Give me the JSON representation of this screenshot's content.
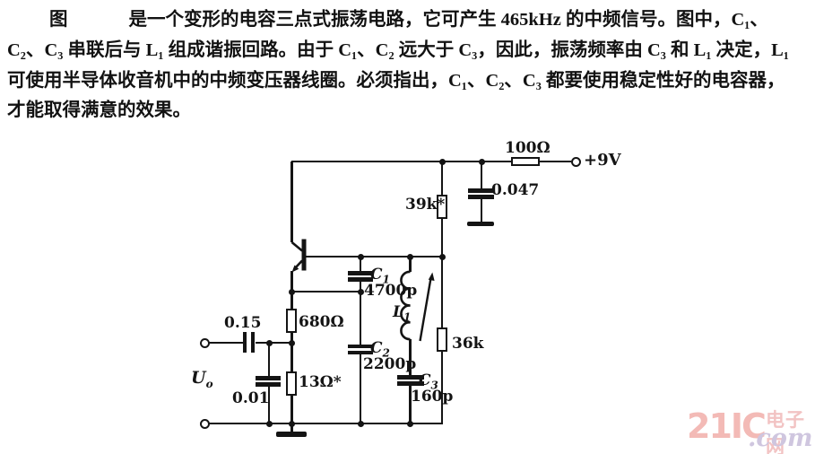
{
  "text": {
    "p1_lead": "图",
    "p1_rest": "是一个变形的电容三点式振荡电路，它可产生 465kHz 的中频信号。图中，C₁、",
    "p2": "C₂、C₃ 串联后与 L₁ 组成谐振回路。由于 C₁、C₂ 远大于 C₃，因此，振荡频率由 C₃ 和 L₁ 决定，L₁",
    "p3": "可使用半导体收音机中的中频变压器线圈。必须指出，C₁、C₂、C₃ 都要使用稳定性好的电容器，",
    "p4": "才能取得满意的效果。"
  },
  "circuit": {
    "supply_label": "+9V",
    "r100": "100Ω",
    "c047": "0.047",
    "r39k": "39k*",
    "r36k": "36k",
    "r680": "680Ω",
    "r13": "13Ω*",
    "cin": "0.15",
    "cbp": "0.01",
    "c1": {
      "name": "C",
      "sub": "1",
      "value": "4700p"
    },
    "c2": {
      "name": "C",
      "sub": "2",
      "value": "2200p"
    },
    "c3": {
      "name": "C",
      "sub": "3",
      "value": "160p"
    },
    "l1": {
      "name": "L",
      "sub": "1"
    },
    "uo": {
      "name": "U",
      "sub": "o"
    }
  },
  "watermark": {
    "brand": "21IC",
    "suffix": ".com",
    "cn": "电子网",
    "brand_color": "#f3bab6",
    "suffix_color": "#cfc6df"
  },
  "colors": {
    "ink": "#141414",
    "paper": "#ffffff"
  }
}
